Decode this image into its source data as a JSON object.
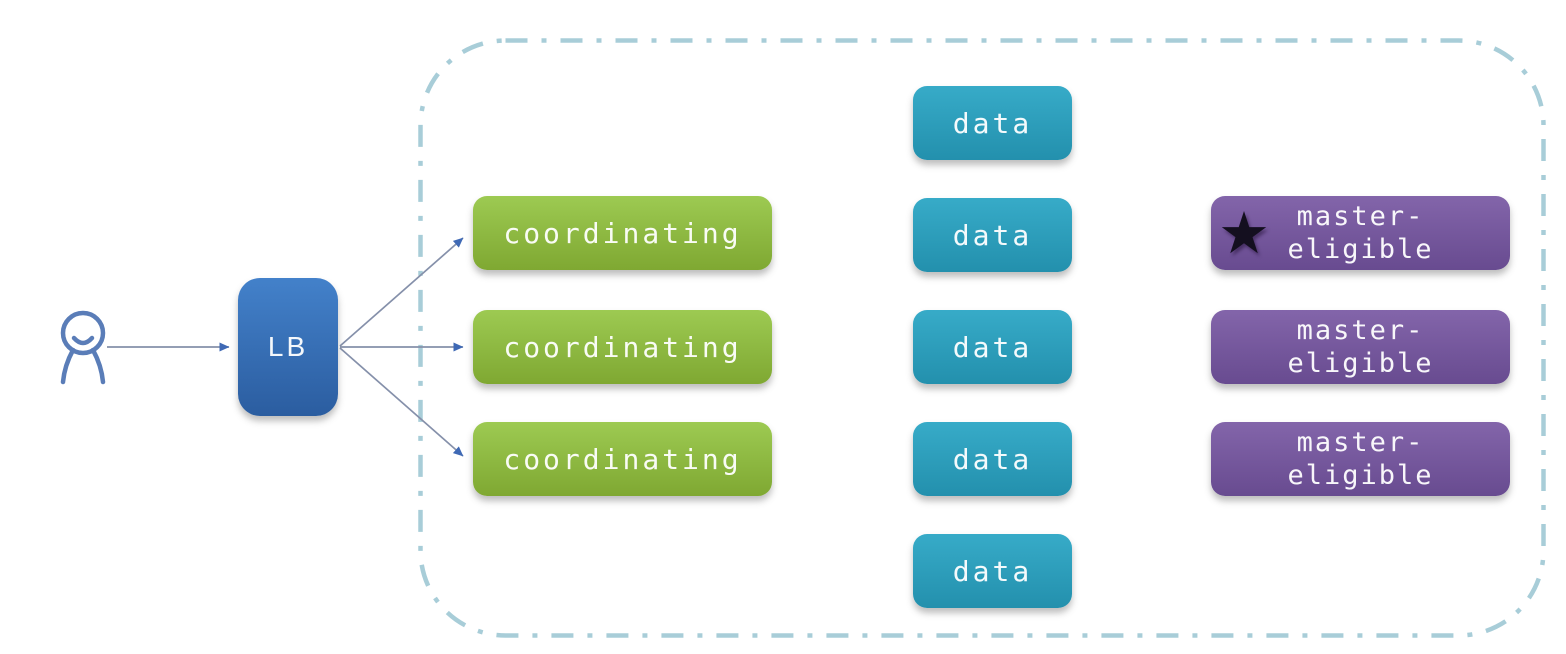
{
  "diagram": {
    "client": {
      "icon": "person-icon"
    },
    "load_balancer": {
      "label": "LB"
    },
    "cluster": {
      "coordinating_nodes": [
        {
          "label": "coordinating"
        },
        {
          "label": "coordinating"
        },
        {
          "label": "coordinating"
        }
      ],
      "data_nodes": [
        {
          "label": "data"
        },
        {
          "label": "data"
        },
        {
          "label": "data"
        },
        {
          "label": "data"
        },
        {
          "label": "data"
        }
      ],
      "master_eligible_nodes": [
        {
          "line1": "master-",
          "line2": "eligible",
          "starred": true
        },
        {
          "line1": "master-",
          "line2": "eligible",
          "starred": false
        },
        {
          "line1": "master-",
          "line2": "eligible",
          "starred": false
        }
      ]
    },
    "icons": {
      "star": "★"
    },
    "colors": {
      "load_balancer": "#2f6cb4",
      "coordinating": "#8cbd41",
      "data": "#2da2c0",
      "master_eligible": "#77589f",
      "cluster_border": "#a8cdd8",
      "arrow_line": "#8590aa",
      "arrow_head": "#3f69b5",
      "person_icon": "#5a7db8"
    }
  }
}
